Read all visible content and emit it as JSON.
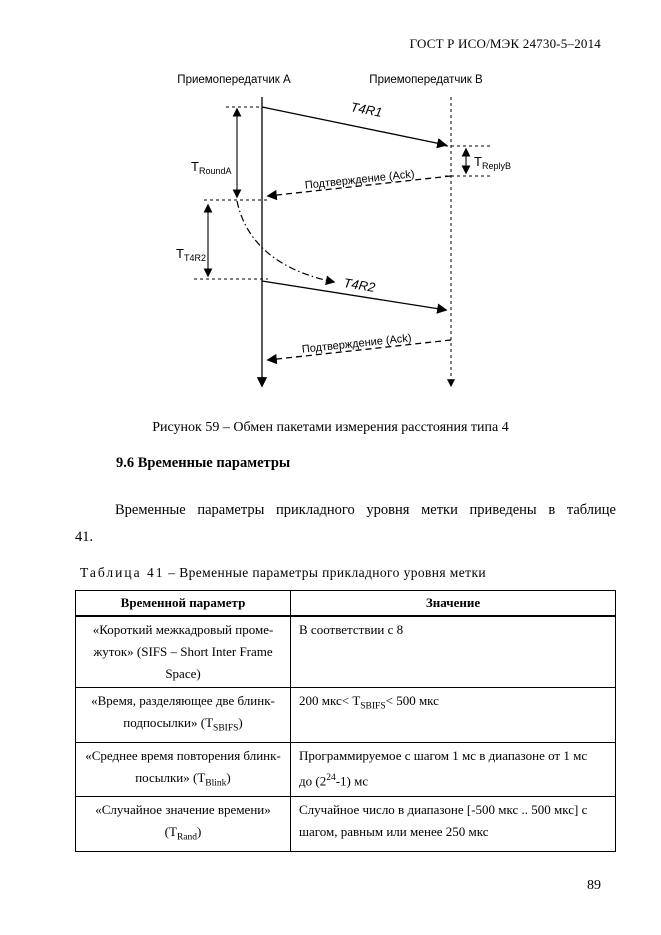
{
  "header": {
    "title": "ГОСТ Р ИСО/МЭК 24730-5–2014"
  },
  "figure": {
    "node_a": "Приемопередатчик A",
    "node_b": "Приемопередатчик B",
    "t4r1_label": "T4R1",
    "t4r2_label": "T4R2",
    "ack1_label": "Подтверждение (Ack)",
    "ack2_label": "Подтверждение (Ack)",
    "t_round_base": "T",
    "t_round_sub": "RoundA",
    "t_reply_base": "T",
    "t_reply_sub": "ReplyB",
    "t_t4r2_base": "T",
    "t_t4r2_sub": "T4R2",
    "caption": "Рисунок 59 – Обмен пакетами измерения расстояния типа 4"
  },
  "section": {
    "heading": "9.6 Временные параметры",
    "para_line1": "Временные параметры прикладного уровня метки приведены в таблице",
    "para_line2": "41."
  },
  "table": {
    "caption_label": "Таблица 41",
    "caption_rest": " – Временные параметры прикладного уровня метки",
    "col1": "Временной параметр",
    "col2": "Значение",
    "r1": {
      "p1": "«Короткий межкадровый проме-",
      "p2": "жуток» (SIFS – Short Inter Frame",
      "p3": "Space)",
      "v": "В соответствии с 8"
    },
    "r2": {
      "p1": "«Время, разделяющее две блинк-",
      "p2a": "подпосылки» (T",
      "p2sub": "SBIFS",
      "p2b": ")",
      "va": "200 мкс< T",
      "vsub": "SBIFS",
      "vb": "< 500 мкс"
    },
    "r3": {
      "p1": "«Среднее время повторения блинк-",
      "p2a": "посылки» (T",
      "p2sub": "Blink",
      "p2b": ")",
      "v1": "Программируемое с шагом 1 мс в диапазоне от 1 мс",
      "v2a": "до (2",
      "v2sup": "24",
      "v2b": "-1) мс"
    },
    "r4": {
      "p1": "«Случайное значение времени»",
      "p2a": "(T",
      "p2sub": "Rand",
      "p2b": ")",
      "v1": "Случайное число в диапазоне [-500 мкс .. 500 мкс] с",
      "v2": "шагом, равным или менее 250 мкс"
    }
  },
  "page_number": "89"
}
